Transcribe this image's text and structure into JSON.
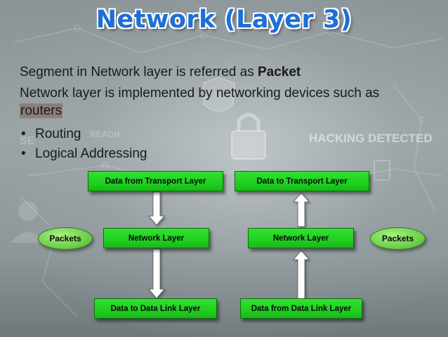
{
  "title": "Network (Layer 3)",
  "body": {
    "line1_prefix": "Segment in Network layer is referred as ",
    "line1_bold": "Packet",
    "line2": "Network layer is implemented by networking devices such as",
    "line3": "routers"
  },
  "bullets": [
    {
      "marker": "•",
      "text": "Routing"
    },
    {
      "marker": "•",
      "text": "Logical Addressing"
    }
  ],
  "background_words": [
    "SE",
    "REACH",
    "HACKING DETECTED"
  ],
  "diagram": {
    "left": {
      "top_box": "Data from Transport Layer",
      "middle_box": "Network Layer",
      "bottom_box": "Data to Data Link Layer",
      "side_label": "Packets"
    },
    "right": {
      "top_box": "Data to Transport Layer",
      "middle_box": "Network Layer",
      "bottom_box": "Data from Data Link Layer",
      "side_label": "Packets"
    }
  },
  "colors": {
    "title": "#1e6fd6",
    "box_fill": "#22d422",
    "oval_fill": "#6fd14b",
    "arrow_fill": "#ffffff"
  }
}
